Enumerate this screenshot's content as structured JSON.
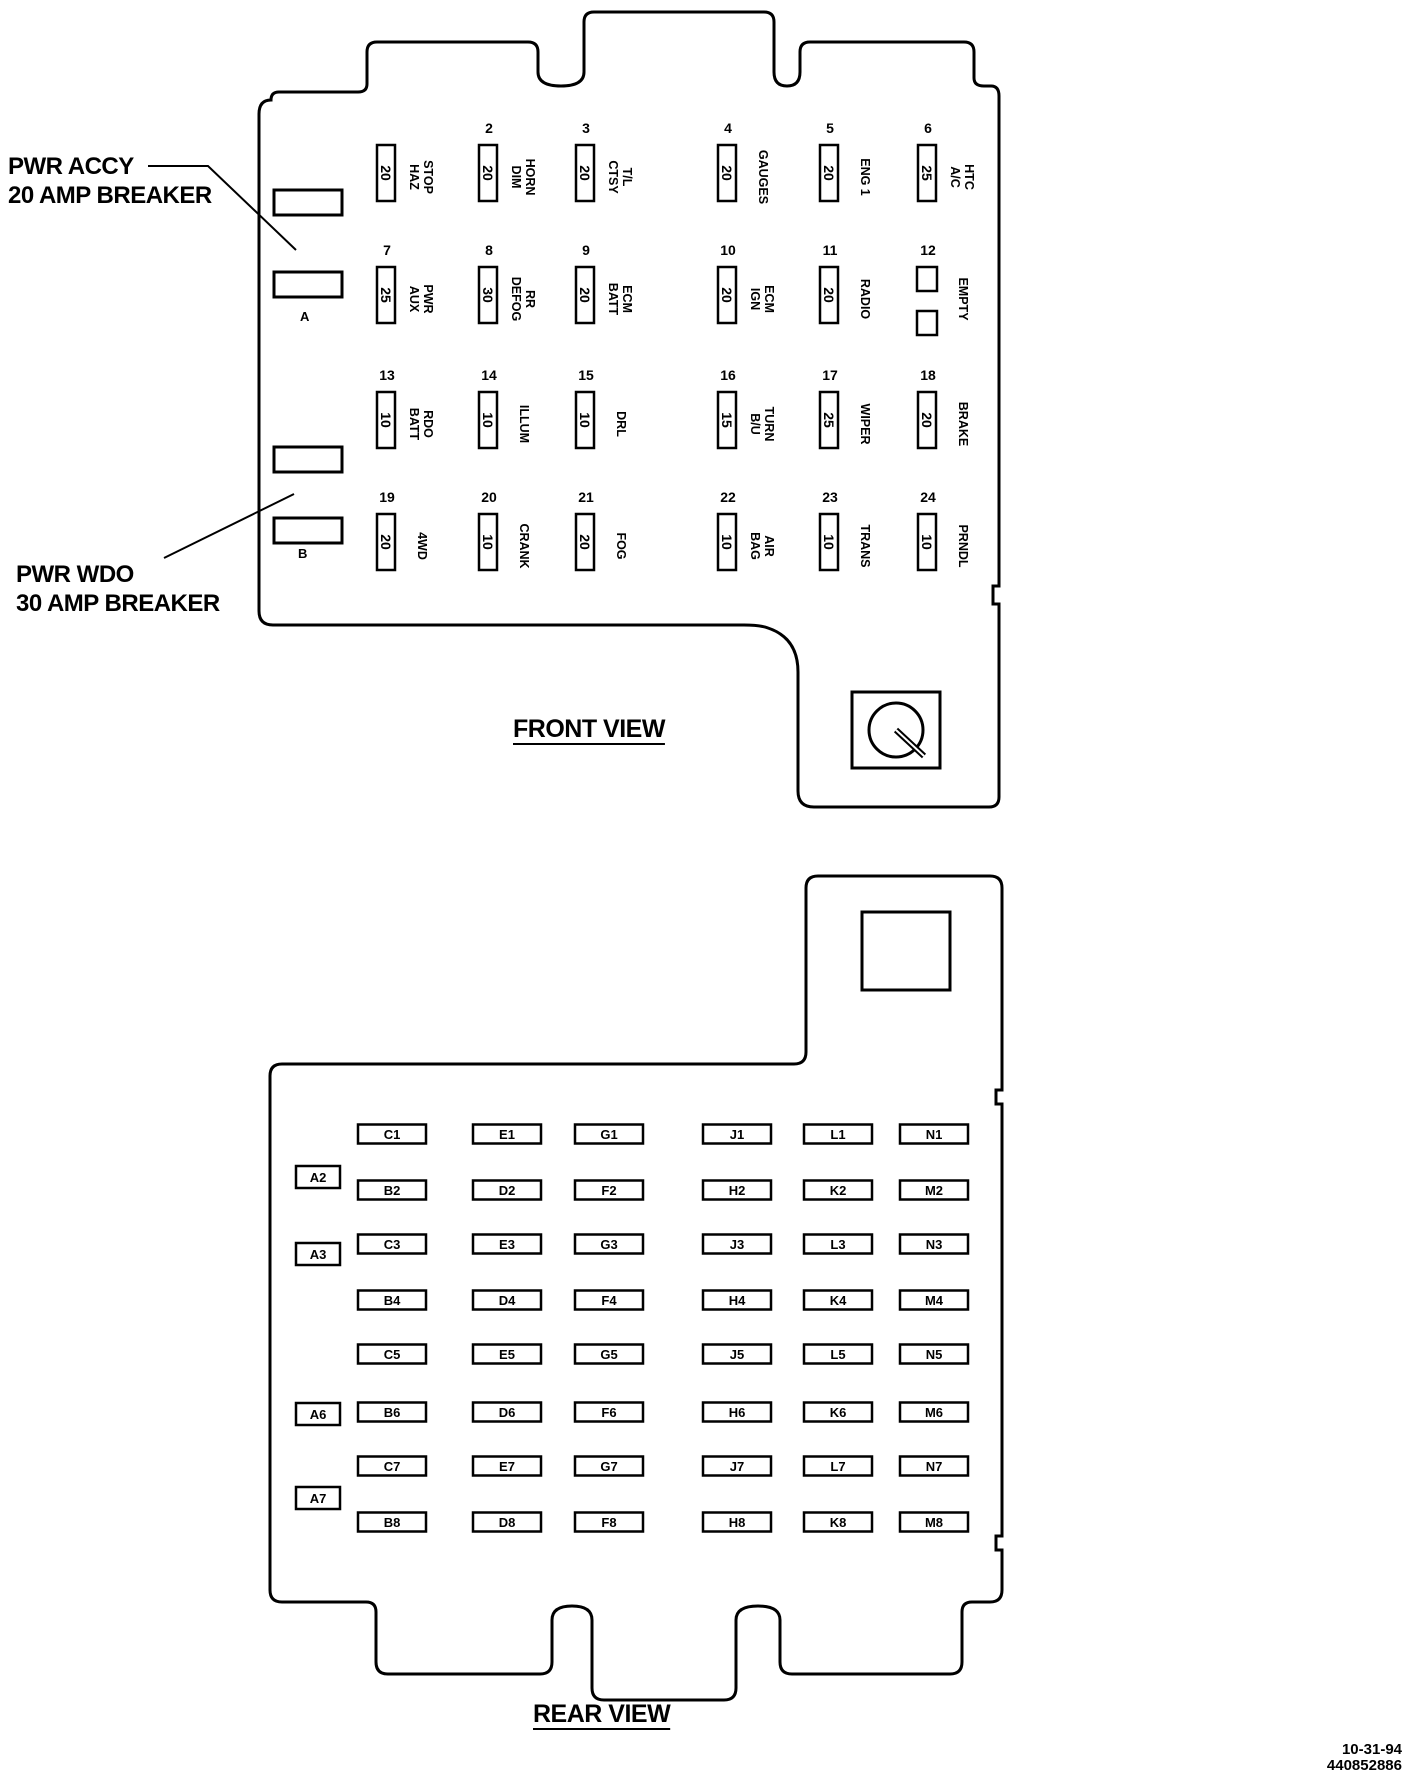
{
  "front": {
    "title": "FRONT VIEW",
    "breaker_a": {
      "label": "A",
      "callout": [
        "PWR ACCY",
        "20 AMP BREAKER"
      ]
    },
    "breaker_b": {
      "label": "B",
      "callout": [
        "PWR WDO",
        "30 AMP BREAKER"
      ]
    },
    "fuses": [
      {
        "num": "",
        "amp": "20",
        "label": [
          "STOP",
          "HAZ"
        ]
      },
      {
        "num": "2",
        "amp": "20",
        "label": [
          "HORN",
          "DIM"
        ]
      },
      {
        "num": "3",
        "amp": "20",
        "label": [
          "T/L",
          "CTSY"
        ]
      },
      {
        "num": "4",
        "amp": "20",
        "label": [
          "GAUGES"
        ]
      },
      {
        "num": "5",
        "amp": "20",
        "label": [
          "ENG 1"
        ]
      },
      {
        "num": "6",
        "amp": "25",
        "label": [
          "HTC",
          "A/C"
        ]
      },
      {
        "num": "7",
        "amp": "25",
        "label": [
          "PWR",
          "AUX"
        ]
      },
      {
        "num": "8",
        "amp": "30",
        "label": [
          "RR",
          "DEFOG"
        ]
      },
      {
        "num": "9",
        "amp": "20",
        "label": [
          "ECM",
          "BATT"
        ]
      },
      {
        "num": "10",
        "amp": "20",
        "label": [
          "ECM",
          "IGN"
        ]
      },
      {
        "num": "11",
        "amp": "20",
        "label": [
          "RADIO"
        ]
      },
      {
        "num": "12",
        "amp": "",
        "label": [
          "EMPTY"
        ]
      },
      {
        "num": "13",
        "amp": "10",
        "label": [
          "RDO",
          "BATT"
        ]
      },
      {
        "num": "14",
        "amp": "10",
        "label": [
          "ILLUM"
        ]
      },
      {
        "num": "15",
        "amp": "10",
        "label": [
          "DRL"
        ]
      },
      {
        "num": "16",
        "amp": "15",
        "label": [
          "TURN",
          "B/U"
        ]
      },
      {
        "num": "17",
        "amp": "25",
        "label": [
          "WIPER"
        ]
      },
      {
        "num": "18",
        "amp": "20",
        "label": [
          "BRAKE"
        ]
      },
      {
        "num": "19",
        "amp": "20",
        "label": [
          "4WD"
        ]
      },
      {
        "num": "20",
        "amp": "10",
        "label": [
          "CRANK"
        ]
      },
      {
        "num": "21",
        "amp": "20",
        "label": [
          "FOG"
        ]
      },
      {
        "num": "22",
        "amp": "10",
        "label": [
          "AIR",
          "BAG"
        ]
      },
      {
        "num": "23",
        "amp": "10",
        "label": [
          "TRANS"
        ]
      },
      {
        "num": "24",
        "amp": "10",
        "label": [
          "PRNDL"
        ]
      }
    ]
  },
  "rear": {
    "title": "REAR VIEW",
    "left_terminals": [
      "A2",
      "A3",
      "A6",
      "A7"
    ],
    "terminal_rows": [
      [
        "C1",
        "E1",
        "G1",
        "J1",
        "L1",
        "N1"
      ],
      [
        "B2",
        "D2",
        "F2",
        "H2",
        "K2",
        "M2"
      ],
      [
        "C3",
        "E3",
        "G3",
        "J3",
        "L3",
        "N3"
      ],
      [
        "B4",
        "D4",
        "F4",
        "H4",
        "K4",
        "M4"
      ],
      [
        "C5",
        "E5",
        "G5",
        "J5",
        "L5",
        "N5"
      ],
      [
        "B6",
        "D6",
        "F6",
        "H6",
        "K6",
        "M6"
      ],
      [
        "C7",
        "E7",
        "G7",
        "J7",
        "L7",
        "N7"
      ],
      [
        "B8",
        "D8",
        "F8",
        "H8",
        "K8",
        "M8"
      ]
    ]
  },
  "stamp": {
    "date": "10-31-94",
    "code": "440852886"
  }
}
